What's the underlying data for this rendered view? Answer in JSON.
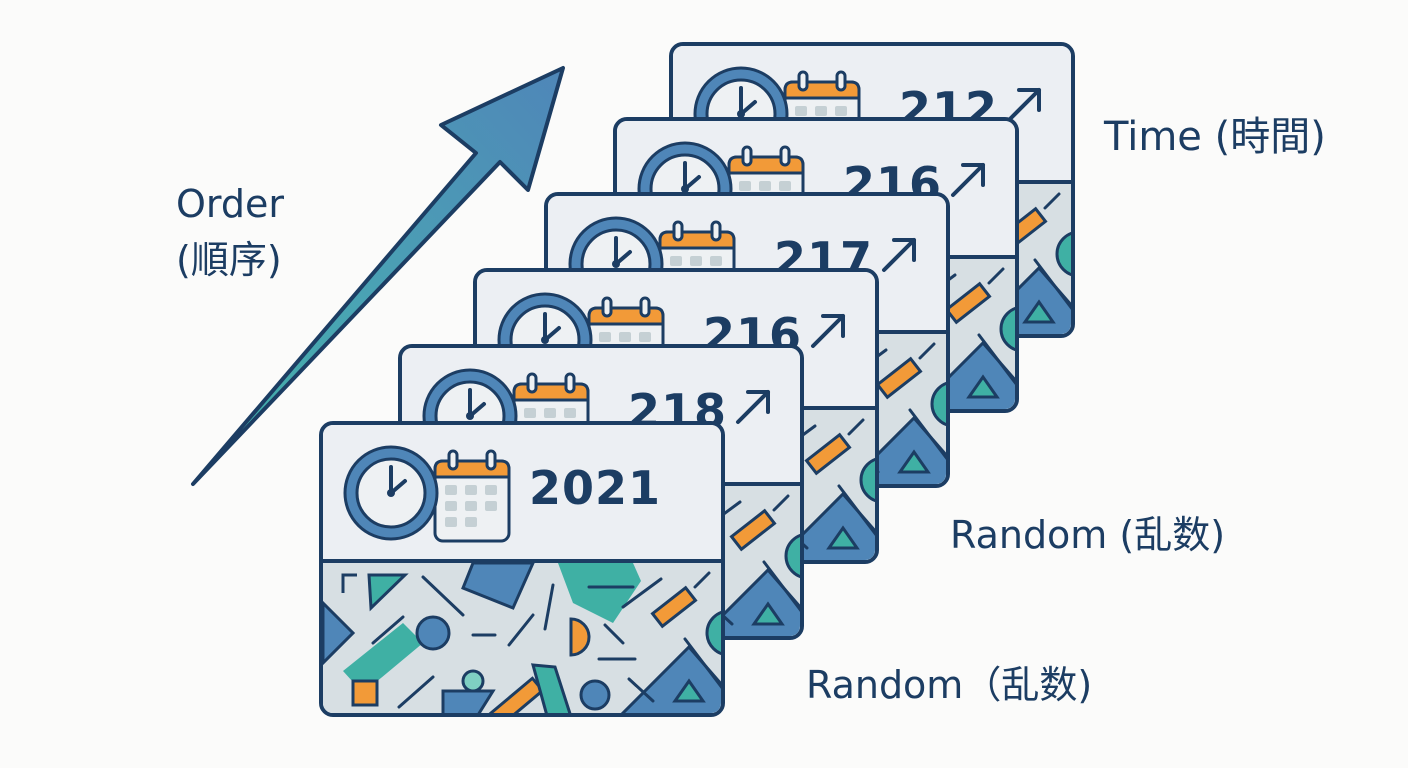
{
  "labels": {
    "order_en": "Order",
    "order_ja": "(順序)",
    "time": "Time (時間)",
    "random_upper": "Random (乱数)",
    "random_lower": "Random（乱数)"
  },
  "cards": [
    {
      "value": "212",
      "trend_icon": "arrow-up-right-icon"
    },
    {
      "value": "216",
      "trend_icon": "arrow-up-right-icon"
    },
    {
      "value": "217",
      "trend_icon": "arrow-up-right-icon"
    },
    {
      "value": "216",
      "trend_icon": "arrow-up-right-icon"
    },
    {
      "value": "218",
      "trend_icon": "arrow-up-right-icon"
    },
    {
      "value": "2021",
      "trend_icon": ""
    }
  ],
  "icons": {
    "clock": "clock-icon",
    "calendar": "calendar-icon",
    "order_arrow": "arrow-up-right-icon"
  },
  "colors": {
    "navy": "#1c3d63",
    "blue": "#4f86b8",
    "teal": "#3fb0a4",
    "orange": "#f29a38",
    "card_bg": "#eceff3",
    "pattern_bg": "#d7dfe3"
  }
}
